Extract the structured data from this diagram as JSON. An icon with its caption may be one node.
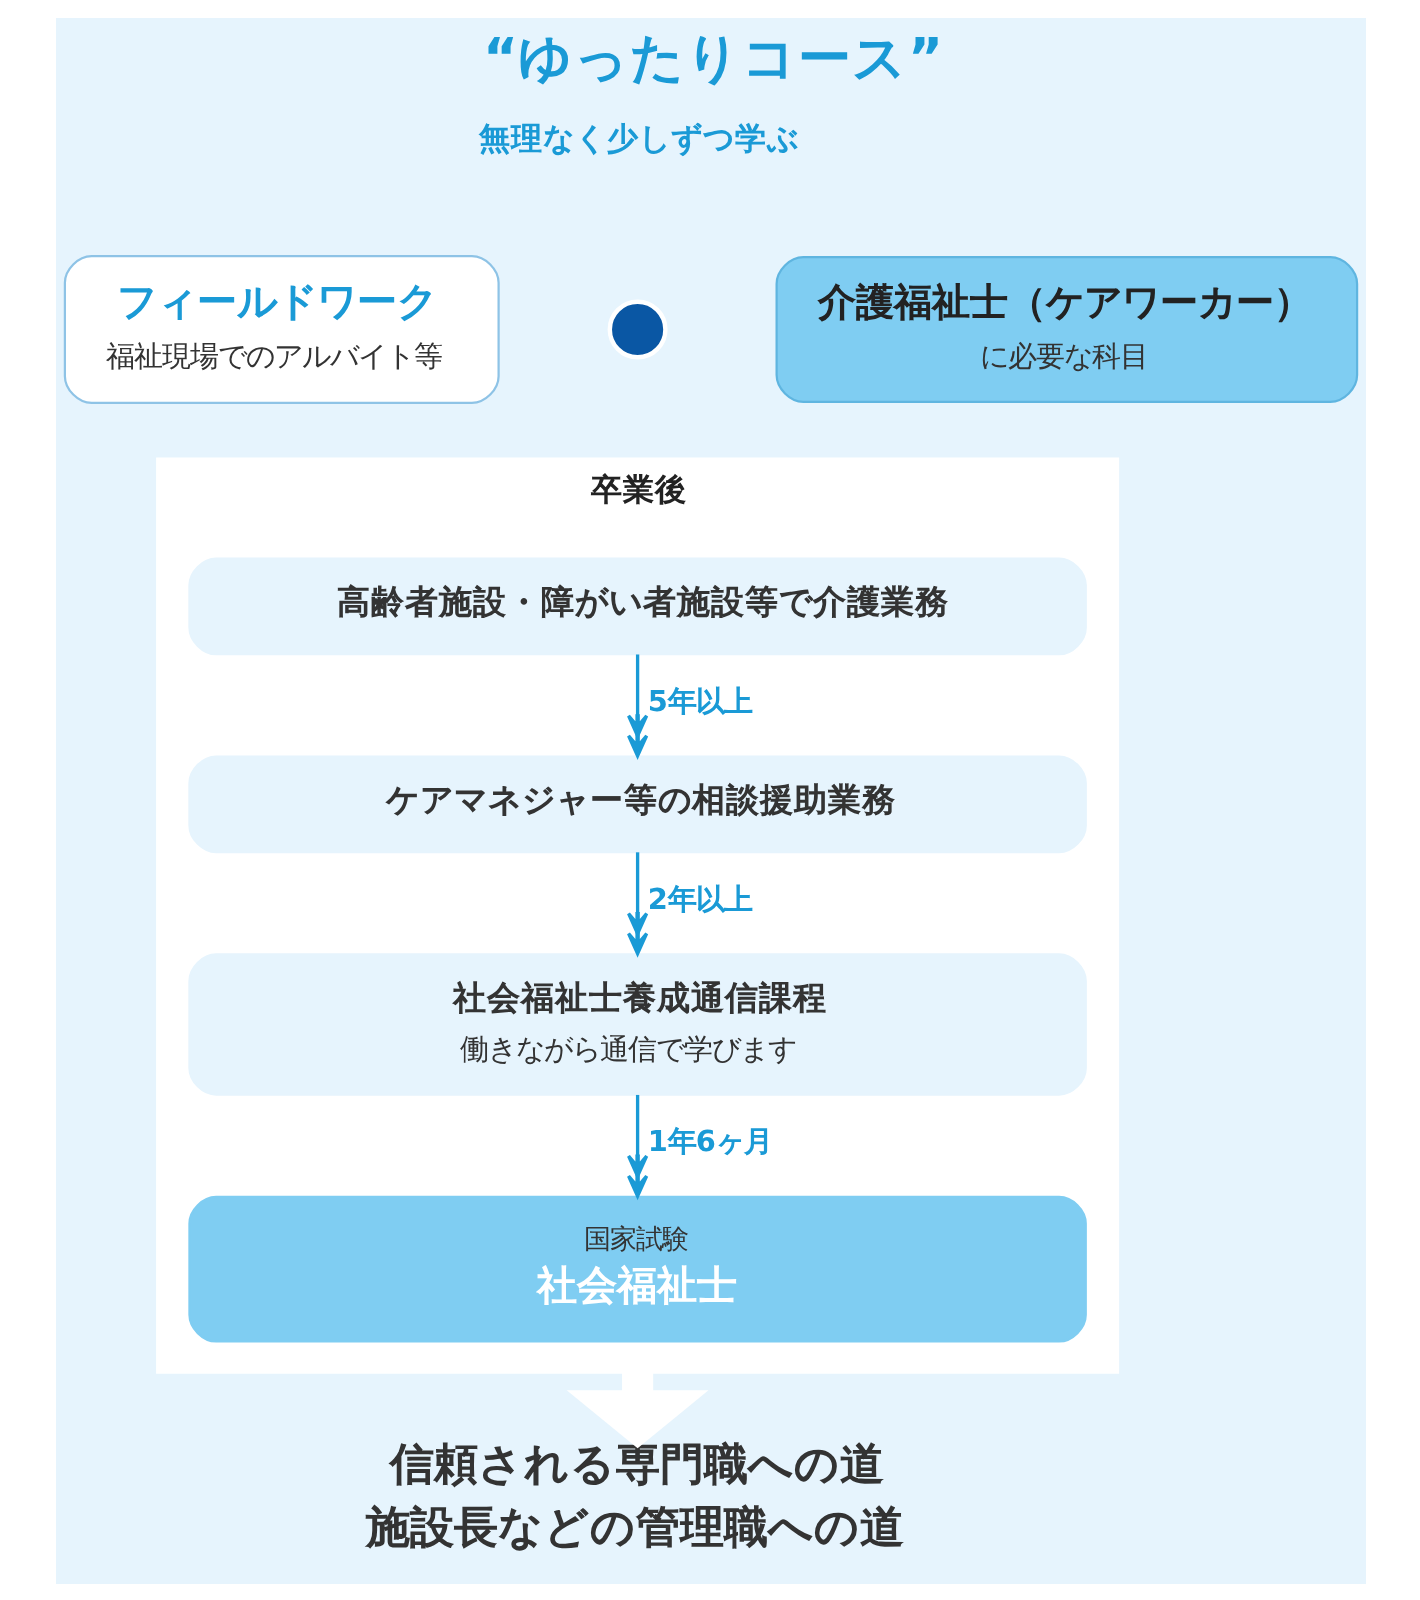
{
  "diagram": {
    "title": "“ゆったりコース”",
    "nodes": [
      {
        "text": [
          "フィールドワーク",
          "福祉現場でのアルバイト等"
        ]
      },
      {
        "text": [],
        "shape": "circle"
      },
      {
        "text": [
          "介護福祉士（ケアワーカー）",
          "に必要な科目"
        ]
      },
      {
        "text": [
          "卒業後"
        ]
      },
      {
        "text": [
          "高齢者施設・障がい者施設等で介護業務"
        ],
        "in": 3
      },
      {
        "text": [
          "ケアマネジャー等の相談援助業務"
        ],
        "in": 3
      },
      {
        "text": [
          "社会福祉士養成通信課程",
          "働きながら通信で学びます"
        ],
        "in": 3
      },
      {
        "text": [
          "国家試験",
          "社会福祉士"
        ],
        "in": 3
      },
      {
        "text": [
          "信頼される専門職への道",
          "施設長などの管理職への道"
        ]
      }
    ],
    "edges": [
      {
        "from": 4,
        "to": 5,
        "arrow": "to",
        "label": "5年以上"
      },
      {
        "from": 5,
        "to": 6,
        "arrow": "to",
        "label": "2年以上"
      },
      {
        "from": 6,
        "to": 7,
        "arrow": "to",
        "label": "1年6ヶ月"
      },
      {
        "from": 3,
        "to": 8,
        "arrow": "to",
        "style": "thick",
        "color": "#ffffff"
      }
    ],
    "labels": [
      "無理なく少しずつ学ぶ"
    ]
  }
}
